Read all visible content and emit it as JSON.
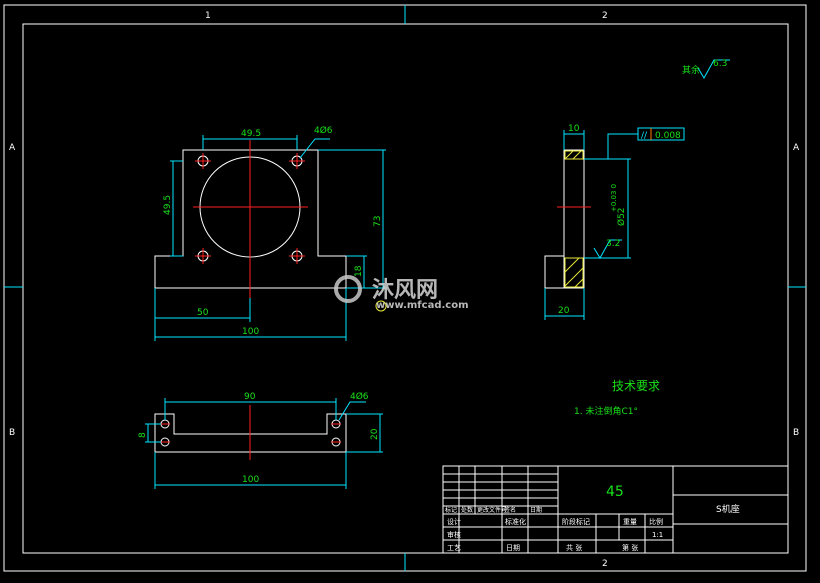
{
  "border": {
    "col_labels": [
      "1",
      "2"
    ],
    "row_labels": [
      "A",
      "B"
    ]
  },
  "roughness": {
    "label": "其余",
    "value": "6.3"
  },
  "front_view": {
    "dim_top": "49.5",
    "dim_hole": "4Ø6",
    "dim_left": "49.5",
    "dim_height": "73",
    "dim_base": "18",
    "dim_half": "50",
    "dim_width": "100"
  },
  "side_view": {
    "dim_top": "10",
    "tolerance": "0.008",
    "tol_symbol": "//",
    "bore": "Ø52",
    "bore_tol": "+0.03 0",
    "roughness": "3.2",
    "dim_bottom": "20"
  },
  "top_view": {
    "dim_inner": "90",
    "dim_hole": "4Ø6",
    "dim_left": "8",
    "dim_right": "20",
    "dim_width": "100"
  },
  "notes": {
    "title": "技术要求",
    "line1": "1. 未注倒角C1°"
  },
  "title_block": {
    "material": "45",
    "part_name": "S机座",
    "c1": "标记",
    "c2": "处数",
    "c3": "更改文件号",
    "c4": "签名",
    "c5": "日期",
    "r2c1": "设计",
    "r2c3": "标准化",
    "r2c4": "",
    "stage": "阶段标记",
    "weight": "重量",
    "scale": "比例",
    "review": "审核",
    "process": "工艺",
    "approve": "日期",
    "sheets": "共  张",
    "sheet_no": "第  张",
    "scale_val": "1:1"
  },
  "watermark": {
    "brand": "沐风网",
    "url": "www.mfcad.com"
  }
}
